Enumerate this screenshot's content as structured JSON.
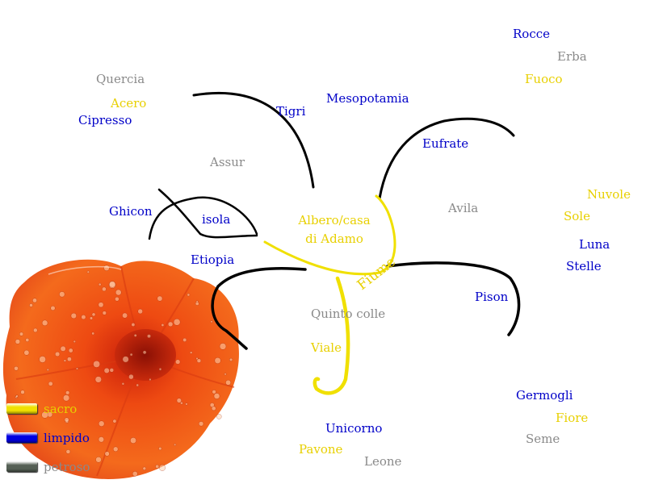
{
  "center_node": {
    "line1": "Albero/casa",
    "line2": "di Adamo"
  },
  "fiume_label": "Fiume",
  "words": [
    {
      "id": "rocce",
      "text": "Rocce",
      "cat": "limpido"
    },
    {
      "id": "erba",
      "text": "Erba",
      "cat": "petroso"
    },
    {
      "id": "fuoco",
      "text": "Fuoco",
      "cat": "sacro"
    },
    {
      "id": "quercia",
      "text": "Quercia",
      "cat": "petroso"
    },
    {
      "id": "acero",
      "text": "Acero",
      "cat": "sacro"
    },
    {
      "id": "cipresso",
      "text": "Cipresso",
      "cat": "limpido"
    },
    {
      "id": "tigri",
      "text": "Tigri",
      "cat": "limpido"
    },
    {
      "id": "mesopotamia",
      "text": "Mesopotamia",
      "cat": "limpido"
    },
    {
      "id": "eufrate",
      "text": "Eufrate",
      "cat": "limpido"
    },
    {
      "id": "assur",
      "text": "Assur",
      "cat": "petroso"
    },
    {
      "id": "ghicon",
      "text": "Ghicon",
      "cat": "limpido"
    },
    {
      "id": "isola",
      "text": "isola",
      "cat": "limpido"
    },
    {
      "id": "avila",
      "text": "Avila",
      "cat": "petroso"
    },
    {
      "id": "nuvole",
      "text": "Nuvole",
      "cat": "sacro"
    },
    {
      "id": "sole",
      "text": "Sole",
      "cat": "sacro"
    },
    {
      "id": "luna",
      "text": "Luna",
      "cat": "limpido"
    },
    {
      "id": "stelle",
      "text": "Stelle",
      "cat": "limpido"
    },
    {
      "id": "etiopia",
      "text": "Etiopia",
      "cat": "limpido"
    },
    {
      "id": "pison",
      "text": "Pison",
      "cat": "limpido"
    },
    {
      "id": "quinto-colle",
      "text": "Quinto colle",
      "cat": "petroso"
    },
    {
      "id": "viale",
      "text": "Viale",
      "cat": "sacro"
    },
    {
      "id": "germogli",
      "text": "Germogli",
      "cat": "limpido"
    },
    {
      "id": "fiore",
      "text": "Fiore",
      "cat": "sacro"
    },
    {
      "id": "seme",
      "text": "Seme",
      "cat": "petroso"
    },
    {
      "id": "unicorno",
      "text": "Unicorno",
      "cat": "limpido"
    },
    {
      "id": "pavone",
      "text": "Pavone",
      "cat": "sacro"
    },
    {
      "id": "leone",
      "text": "Leone",
      "cat": "petroso"
    }
  ],
  "legend": [
    {
      "key": "sacro",
      "label": "sacro",
      "color": "#f0e000"
    },
    {
      "key": "limpido",
      "label": "limpido",
      "color": "#0000e0"
    },
    {
      "key": "petroso",
      "label": "petroso",
      "color": "#556055"
    }
  ],
  "colors": {
    "sacro_text": "#e8d000",
    "limpido_text": "#0000c8",
    "petroso_text": "#8a8a8a",
    "branch_stroke": "#000000",
    "river_stroke": "#f0e000",
    "flower": "#f05a14"
  }
}
